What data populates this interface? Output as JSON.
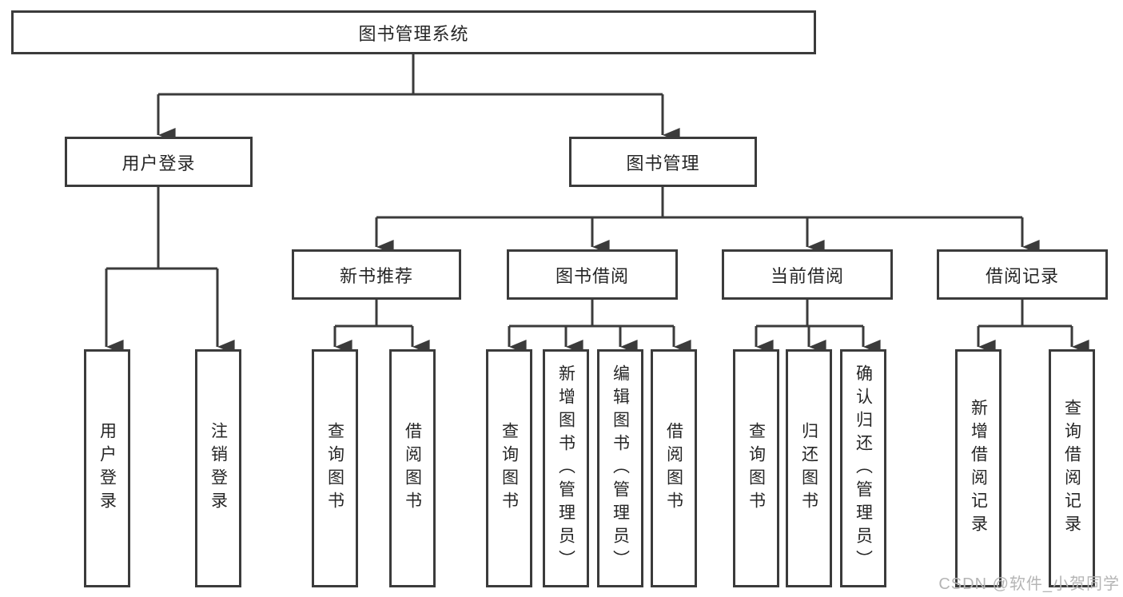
{
  "diagram": {
    "tree": {
      "label": "图书管理系统",
      "children": [
        {
          "label": "用户登录",
          "children": [
            {
              "label": "用户登录"
            },
            {
              "label": "注销登录"
            }
          ]
        },
        {
          "label": "图书管理",
          "children": [
            {
              "label": "新书推荐",
              "children": [
                {
                  "label": "查询图书"
                },
                {
                  "label": "借阅图书"
                }
              ]
            },
            {
              "label": "图书借阅",
              "children": [
                {
                  "label": "查询图书"
                },
                {
                  "label": "新增图书（管理员）"
                },
                {
                  "label": "编辑图书（管理员）"
                },
                {
                  "label": "借阅图书"
                }
              ]
            },
            {
              "label": "当前借阅",
              "children": [
                {
                  "label": "查询图书"
                },
                {
                  "label": "归还图书"
                },
                {
                  "label": "确认归还（管理员）"
                }
              ]
            },
            {
              "label": "借阅记录",
              "children": [
                {
                  "label": "新增借阅记录"
                },
                {
                  "label": "查询借阅记录"
                }
              ]
            }
          ]
        }
      ]
    },
    "colors": {
      "line": "#3b3b3b",
      "text": "#262626",
      "background": "#ffffff",
      "watermark": "#b5b5b5"
    },
    "watermark": "CSDN @软件_小贺同学"
  }
}
